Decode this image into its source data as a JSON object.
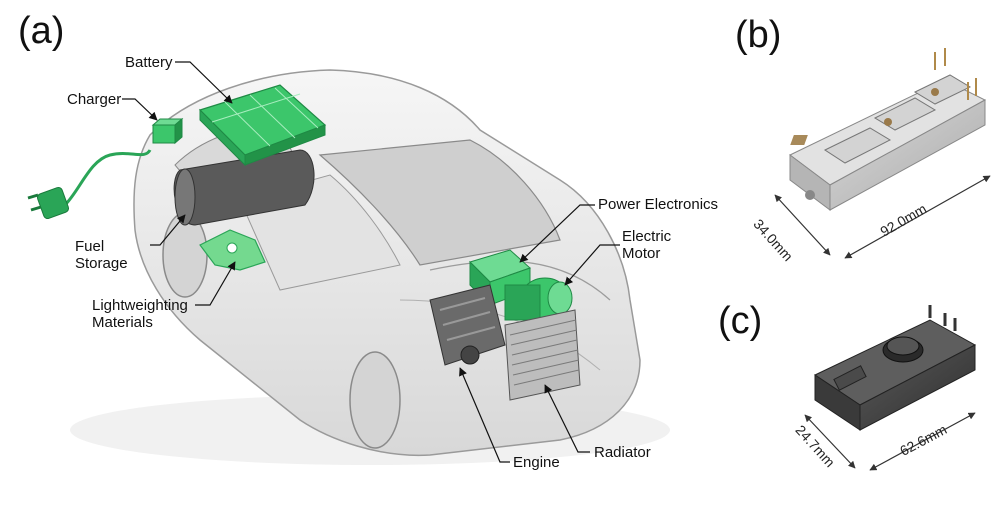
{
  "panels": {
    "a": "(a)",
    "b": "(b)",
    "c": "(c)"
  },
  "callouts": {
    "battery": "Battery",
    "charger": "Charger",
    "fuel_storage": [
      "Fuel",
      "Storage"
    ],
    "lightweighting": [
      "Lightweighting",
      "Materials"
    ],
    "power_electronics": "Power Electronics",
    "electric_motor": [
      "Electric",
      "Motor"
    ],
    "engine": "Engine",
    "radiator": "Radiator"
  },
  "module_b": {
    "width_label": "92.0mm",
    "depth_label": "34.0mm"
  },
  "module_c": {
    "width_label": "62.6mm",
    "depth_label": "24.7mm"
  },
  "colors": {
    "highlight_green": "#3cc66b",
    "car_body": "#eeeeee",
    "module_b": "#c9c9c9",
    "module_c": "#4a4a4a"
  }
}
